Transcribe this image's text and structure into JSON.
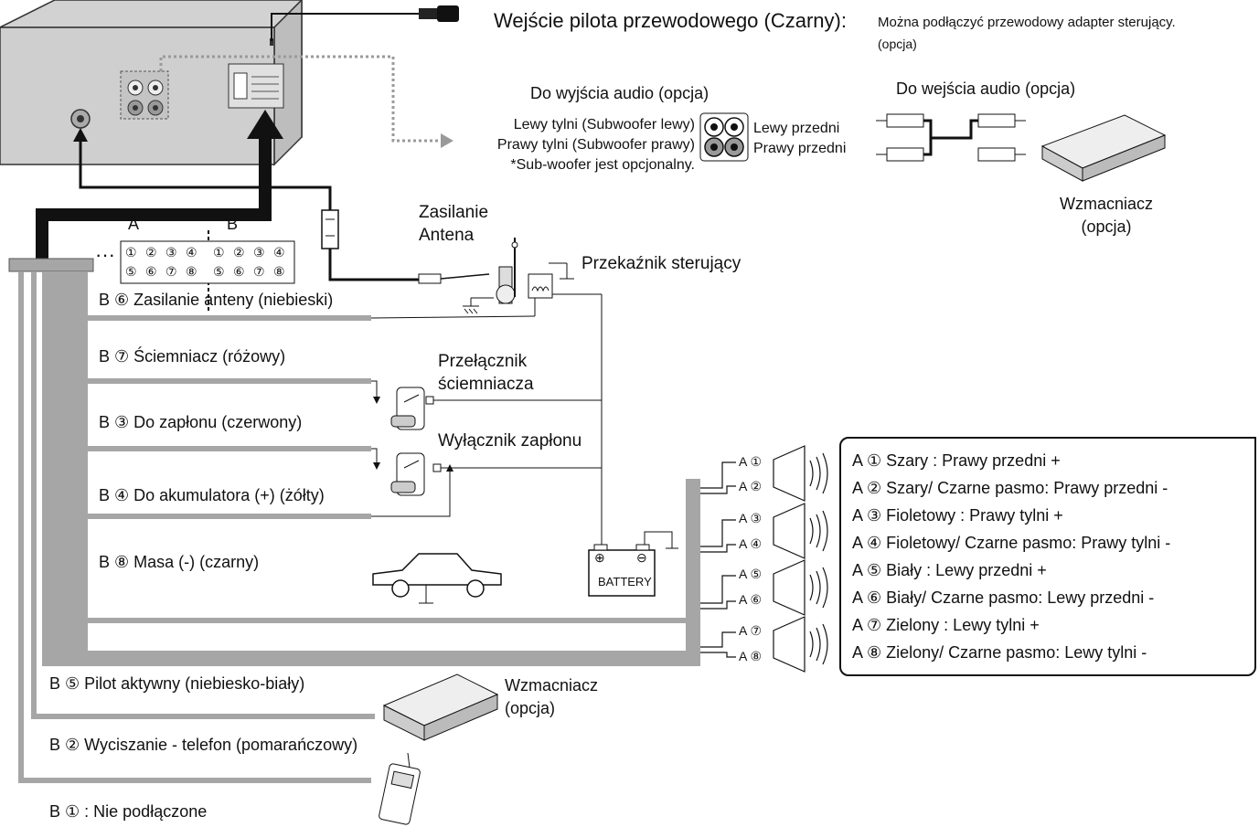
{
  "remote_input": {
    "label": "Wejście pilota przewodowego (Czarny):",
    "note_line1": "Można podłączyć przewodowy adapter sterujący.",
    "note_line2": "(opcja)"
  },
  "audio_out": {
    "title": "Do wyjścia audio (opcja)",
    "rear_left": "Lewy tylni (Subwoofer lewy)",
    "rear_right": "Prawy tylni (Subwoofer prawy)",
    "subwoofer_note": "*Sub-woofer jest opcjonalny.",
    "front_left": "Lewy przedni",
    "front_right": "Prawy przedni"
  },
  "audio_in": {
    "title": "Do wejścia audio (opcja)",
    "amp_line1": "Wzmacniacz",
    "amp_line2": "(opcja)"
  },
  "connector": {
    "label_a": "A",
    "label_b": "B",
    "pins_top": [
      "①",
      "②",
      "③",
      "④",
      "①",
      "②",
      "③",
      "④"
    ],
    "pins_bottom": [
      "⑤",
      "⑥",
      "⑦",
      "⑧",
      "⑤",
      "⑥",
      "⑦",
      "⑧"
    ],
    "ellipsis": "···"
  },
  "antenna": {
    "line1": "Zasilanie",
    "line2": "Antena"
  },
  "relay": "Przekaźnik sterujący",
  "wires": {
    "b6": "B ⑥  Zasilanie anteny (niebieski)",
    "b7": "B ⑦  Ściemniacz (różowy)",
    "b3": "B ③  Do zapłonu (czerwony)",
    "b4": "B ④  Do akumulatora (+) (żółty)",
    "b8": "B ⑧  Masa (-) (czarny)",
    "b5": "B ⑤ Pilot aktywny (niebiesko-biały)",
    "b2": "B ② Wyciszanie - telefon (pomarańczowy)",
    "b1": "B ① : Nie podłączone"
  },
  "dimmer_switch": {
    "line1": "Przełącznik",
    "line2": "ściemniacza"
  },
  "ignition_switch": "Wyłącznik zapłonu",
  "battery": {
    "plus": "⊕",
    "minus": "⊖",
    "label": "BATTERY"
  },
  "remote_amp": {
    "line1": "Wzmacniacz",
    "line2": "(opcja)"
  },
  "speaker_pins": [
    "A ①",
    "A ②",
    "A ③",
    "A ④",
    "A ⑤",
    "A ⑥",
    "A ⑦",
    "A ⑧"
  ],
  "legend": [
    "A ① Szary : Prawy przedni +",
    "A ② Szary/ Czarne pasmo: Prawy przedni -",
    "A ③ Fioletowy : Prawy tylni +",
    "A ④ Fioletowy/ Czarne pasmo: Prawy tylni -",
    "A ⑤ Biały : Lewy przedni +",
    "A ⑥ Biały/ Czarne pasmo: Lewy przedni -",
    "A ⑦ Zielony : Lewy tylni +",
    "A ⑧ Zielony/ Czarne pasmo: Lewy tylni -"
  ],
  "colors": {
    "wire_gray": "#a6a6a6",
    "unit_gray": "#d9d9d9",
    "line_black": "#111111",
    "dotted": "#9a9a9a"
  }
}
